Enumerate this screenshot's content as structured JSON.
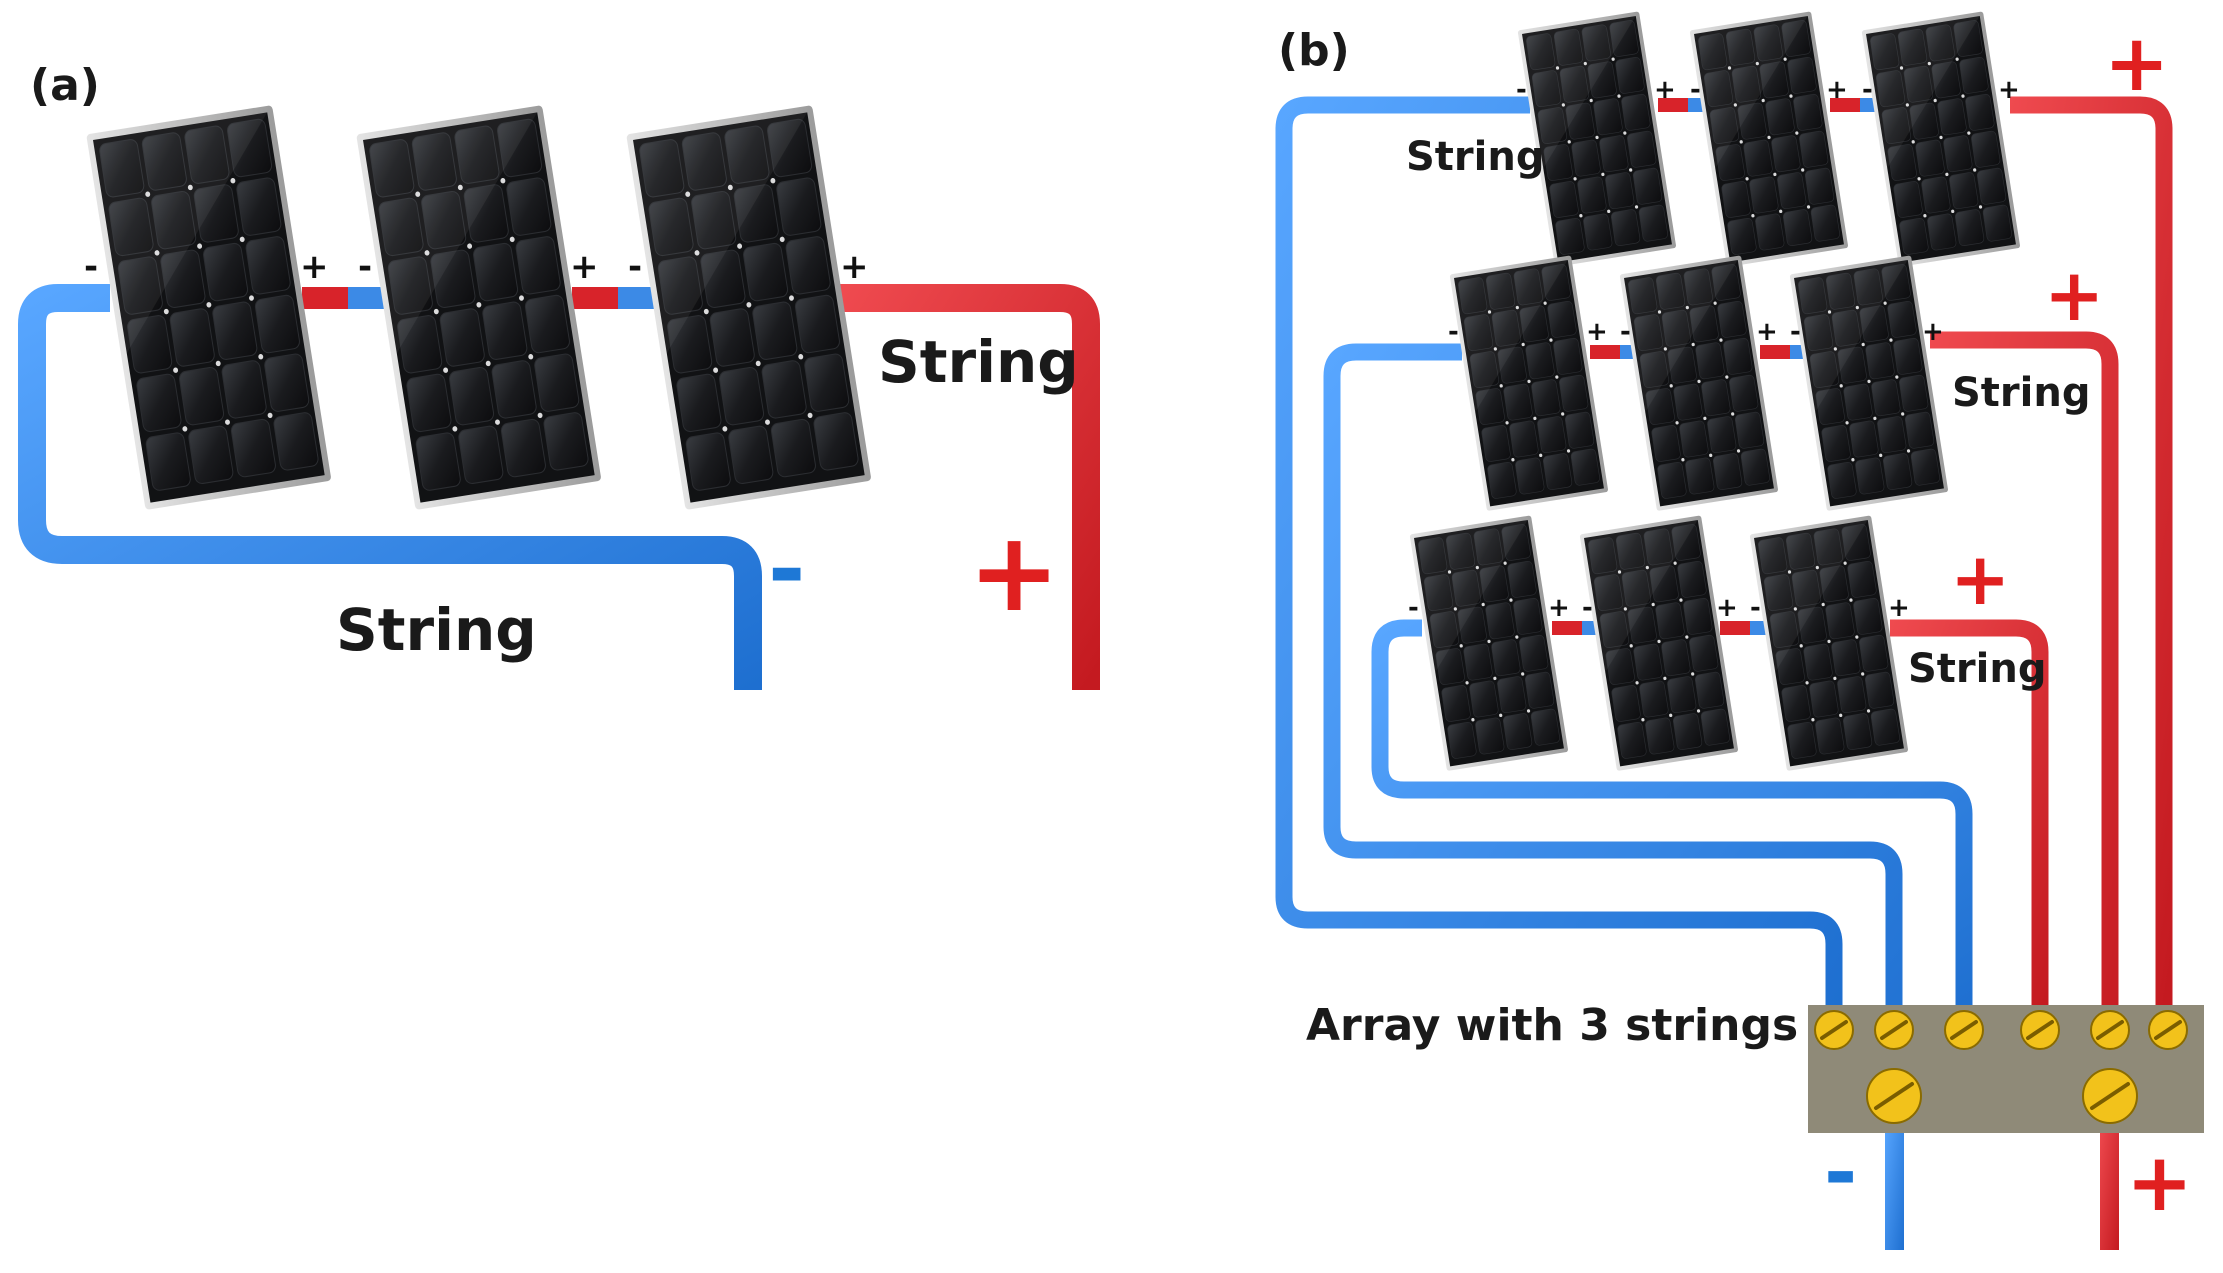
{
  "panel_a": {
    "label": "(a)",
    "string_label_top": "String",
    "string_label_bottom": "String",
    "minus": "-",
    "plus": "+",
    "terminal_minus": "-",
    "terminal_plus": "+"
  },
  "panel_b": {
    "label": "(b)",
    "string_labels": [
      "String",
      "String",
      "String"
    ],
    "array_label": "Array with 3 strings",
    "minus": "-",
    "plus": "+",
    "output_minus": "-",
    "output_plus": "+",
    "string_plus_signs": [
      "+",
      "+",
      "+"
    ]
  },
  "colors": {
    "negative_wire": "#2f7fe0",
    "positive_wire": "#d8232a",
    "combiner_box": "#8f8a78",
    "screw": "#f2c21b"
  }
}
